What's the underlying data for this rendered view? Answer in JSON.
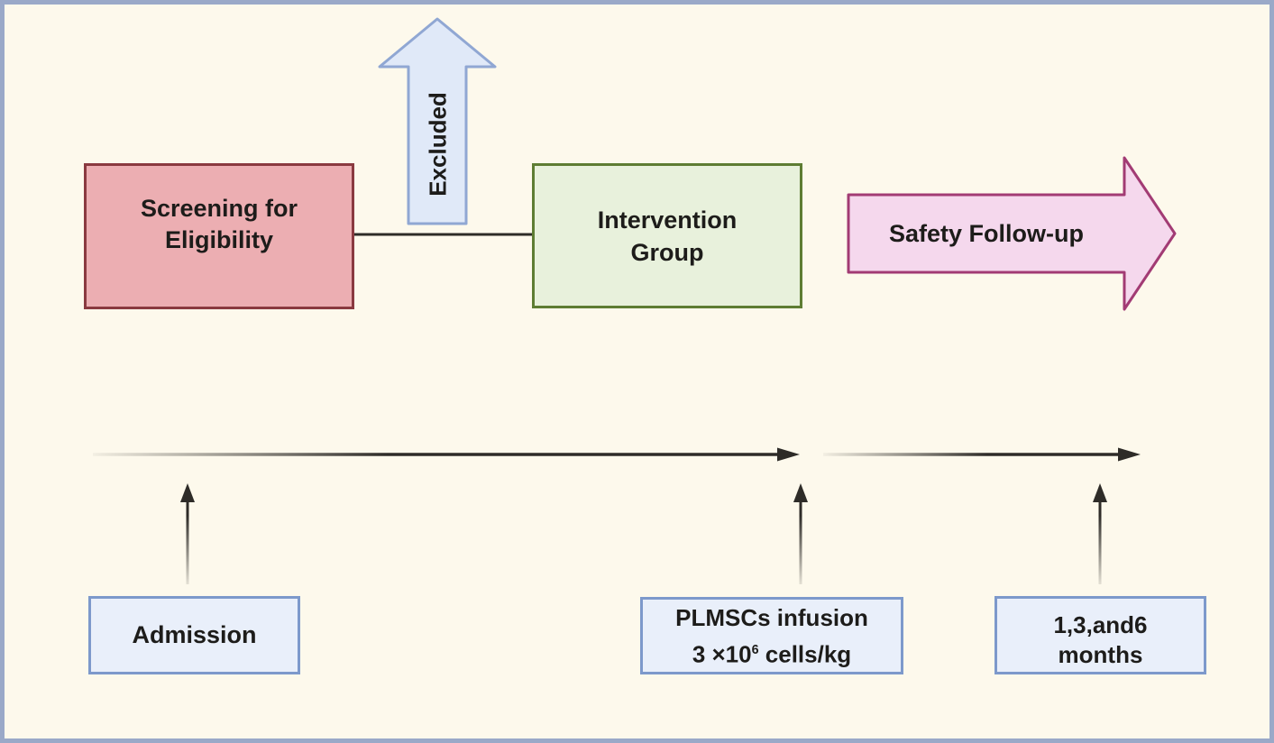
{
  "figure": {
    "description": "Clinical trial timeline flow diagram",
    "screening_box": {
      "line1": "Screening for",
      "line2": "Eligibility"
    },
    "excluded_arrow": {
      "label": "Excluded",
      "direction": "up"
    },
    "intervention_box": {
      "line1": "Intervention",
      "line2": "Group"
    },
    "safety_arrow": {
      "label": "Safety Follow-up",
      "direction": "right"
    },
    "admission_box": {
      "label": "Admission"
    },
    "infusion_box": {
      "line1": "PLMSCs infusion",
      "dose_prefix": "3 ×10",
      "dose_exponent": "6",
      "dose_suffix": " cells/kg"
    },
    "followup_box": {
      "line1": "1,3,and6",
      "line2": "months"
    }
  },
  "colors": {
    "canvas-bg": "#fdf9ec",
    "frame-border": "#9aa9c8",
    "screening-fill": "#ecaeb2",
    "screening-border": "#8a3a40",
    "intervention-fill": "#e8f1dc",
    "intervention-border": "#5e7d33",
    "excluded-fill": "#e0e9f8",
    "excluded-border": "#90a7d3",
    "safety-fill": "#f5d8ed",
    "safety-border": "#a23b74",
    "infobox-fill": "#e9effa",
    "infobox-border": "#7d99cb",
    "line-ink": "#2e2c28",
    "text-ink": "#1d1c1a"
  }
}
